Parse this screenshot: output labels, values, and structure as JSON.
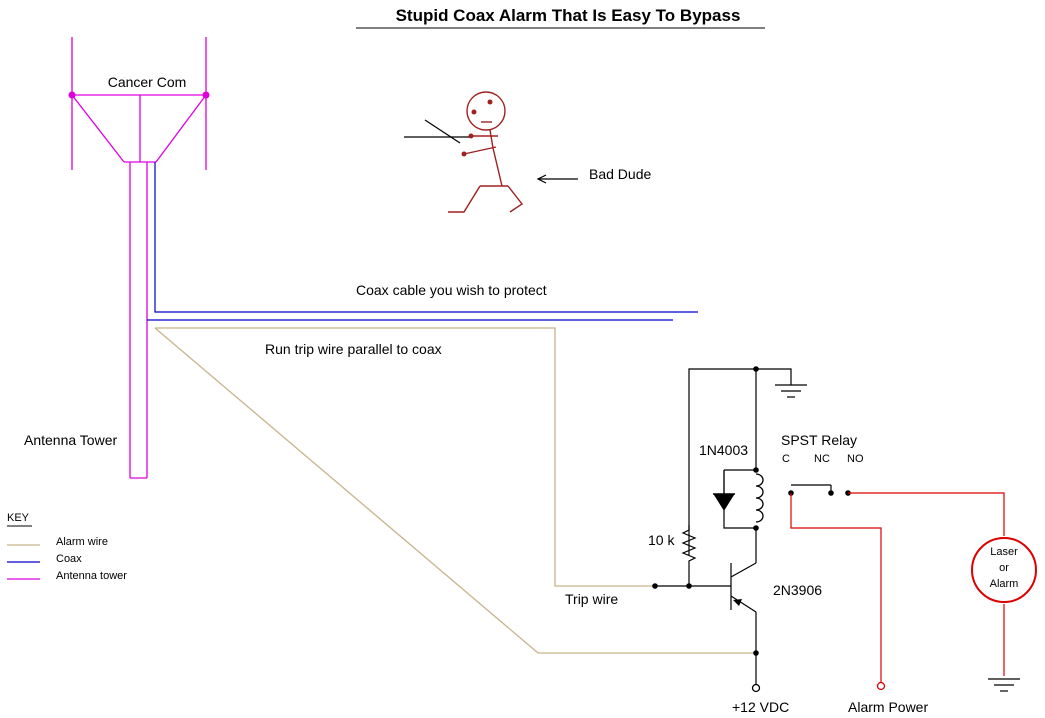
{
  "title": "Stupid Coax Alarm That Is Easy To Bypass",
  "labels": {
    "cancer_com": "Cancer Com",
    "bad_dude": "Bad Dude",
    "coax_cable": "Coax cable you wish to protect",
    "run_trip_wire": "Run trip wire parallel to coax",
    "antenna_tower": "Antenna Tower",
    "trip_wire": "Trip wire",
    "diode": "1N4003",
    "resistor": "10 k",
    "transistor": "2N3906",
    "relay": "SPST Relay",
    "relay_c": "C",
    "relay_nc": "NC",
    "relay_no": "NO",
    "supply": "+12 VDC",
    "alarm_power": "Alarm Power",
    "laser_line1": "Laser",
    "laser_line2": "or",
    "laser_line3": "Alarm"
  },
  "key": {
    "heading": "KEY",
    "items": [
      {
        "label": "Alarm wire",
        "color": "#c8b48c"
      },
      {
        "label": "Coax",
        "color": "#0000cc"
      },
      {
        "label": "Antenna tower",
        "color": "#dd00dd"
      }
    ]
  },
  "colors": {
    "wire": "#000000",
    "trip_wire": "#c8b48c",
    "coax": "#0000cc",
    "tower": "#dd00dd",
    "figure": "#a02020",
    "alarm": "#dd0000"
  }
}
